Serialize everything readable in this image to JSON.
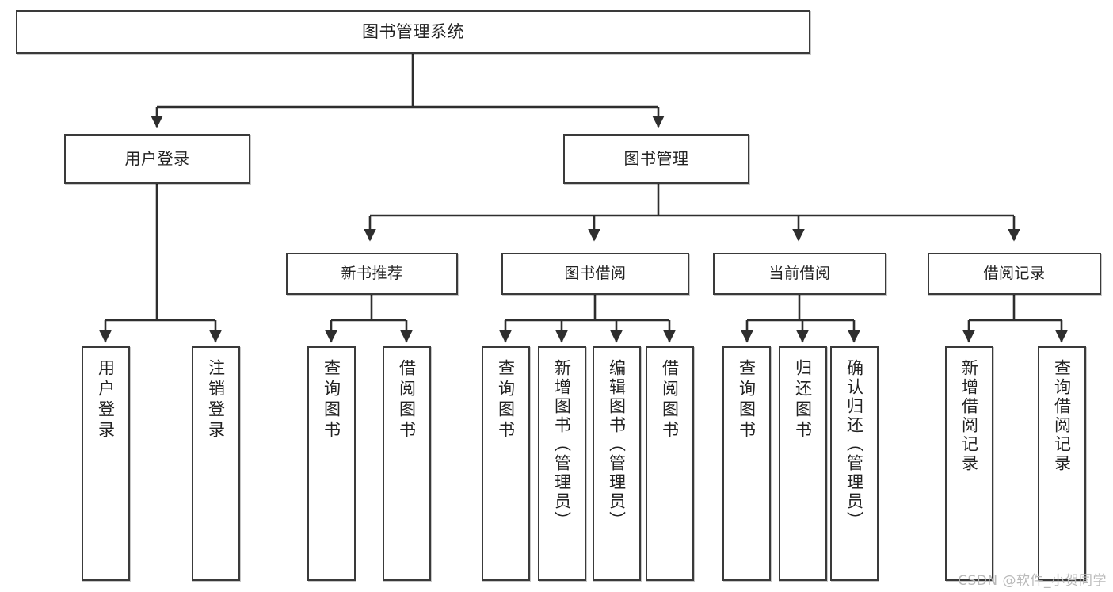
{
  "diagram": {
    "type": "tree",
    "title": "图书管理系统",
    "orientation": "top-down",
    "colors": {
      "box_border": "#3a3a3a",
      "box_fill": "#ffffff",
      "connector": "#2e2e2e",
      "text": "#222222",
      "watermark": "#b9b9b9",
      "background": "#ffffff"
    }
  },
  "root": {
    "label": "图书管理系统"
  },
  "level2": [
    {
      "label": "用户登录"
    },
    {
      "label": "图书管理"
    }
  ],
  "level3": [
    {
      "label": "新书推荐"
    },
    {
      "label": "图书借阅"
    },
    {
      "label": "当前借阅"
    },
    {
      "label": "借阅记录"
    }
  ],
  "leaves": [
    {
      "label": "用户登录",
      "parent": "用户登录"
    },
    {
      "label": "注销登录",
      "parent": "用户登录"
    },
    {
      "label": "查询图书",
      "parent": "新书推荐"
    },
    {
      "label": "借阅图书",
      "parent": "新书推荐"
    },
    {
      "label": "查询图书",
      "parent": "图书借阅"
    },
    {
      "label": "新增图书（管理员）",
      "parent": "图书借阅"
    },
    {
      "label": "编辑图书（管理员）",
      "parent": "图书借阅"
    },
    {
      "label": "借阅图书",
      "parent": "图书借阅"
    },
    {
      "label": "查询图书",
      "parent": "当前借阅"
    },
    {
      "label": "归还图书",
      "parent": "当前借阅"
    },
    {
      "label": "确认归还（管理员）",
      "parent": "当前借阅"
    },
    {
      "label": "新增借阅记录",
      "parent": "借阅记录"
    },
    {
      "label": "查询借阅记录",
      "parent": "借阅记录"
    }
  ],
  "watermark": {
    "text": "CSDN @软件_小贺同学"
  }
}
